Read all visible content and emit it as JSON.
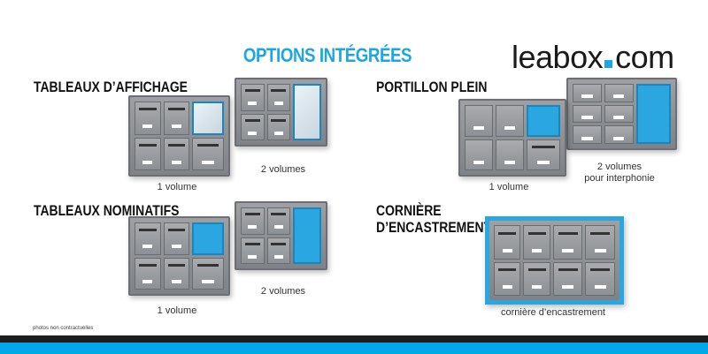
{
  "title": "OPTIONS INTÉGRÉES",
  "logo": {
    "name": "leabox",
    "tld": "com"
  },
  "sections": [
    {
      "heading": "TABLEAUX D’AFFICHAGE",
      "captions": [
        "1 volume",
        "2 volumes"
      ]
    },
    {
      "heading": "PORTILLON PLEIN",
      "captions": [
        "1 volume",
        "2 volumes",
        "pour interphonie"
      ]
    },
    {
      "heading": "TABLEAUX NOMINATIFS",
      "captions": [
        "1 volume",
        "2 volumes"
      ]
    },
    {
      "heading_lines": [
        "CORNIÈRE",
        "D’ENCASTREMENT"
      ],
      "captions": [
        "cornière d’encastrement"
      ]
    }
  ],
  "disclaimer": "photos non contractuelles",
  "colors": {
    "accent": "#1ca6e3",
    "dark_bar": "#1e1e1e"
  }
}
